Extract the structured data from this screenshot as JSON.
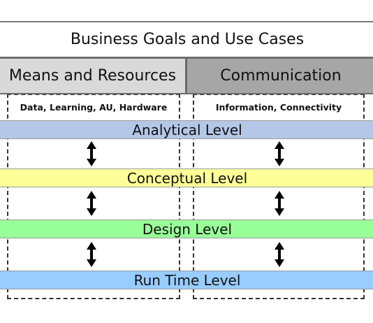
{
  "header": {
    "title": "Business Goals and Use Cases"
  },
  "columns": [
    {
      "header": "Means and Resources",
      "sub_label": "Data, Learning, AU, Hardware",
      "header_color": "#d9d9d9"
    },
    {
      "header": "Communication",
      "sub_label": "Information, Connectivity",
      "header_color": "#a6a6a6"
    }
  ],
  "levels": [
    {
      "label": "Analytical Level",
      "color": "#b4c7e7"
    },
    {
      "label": "Conceptual Level",
      "color": "#ffff99"
    },
    {
      "label": "Design Level",
      "color": "#99ff99"
    },
    {
      "label": "Run Time Level",
      "color": "#99ccff"
    }
  ],
  "arrows": {
    "icon": "double-headed-vertical-arrow",
    "count_per_gap": 2
  }
}
